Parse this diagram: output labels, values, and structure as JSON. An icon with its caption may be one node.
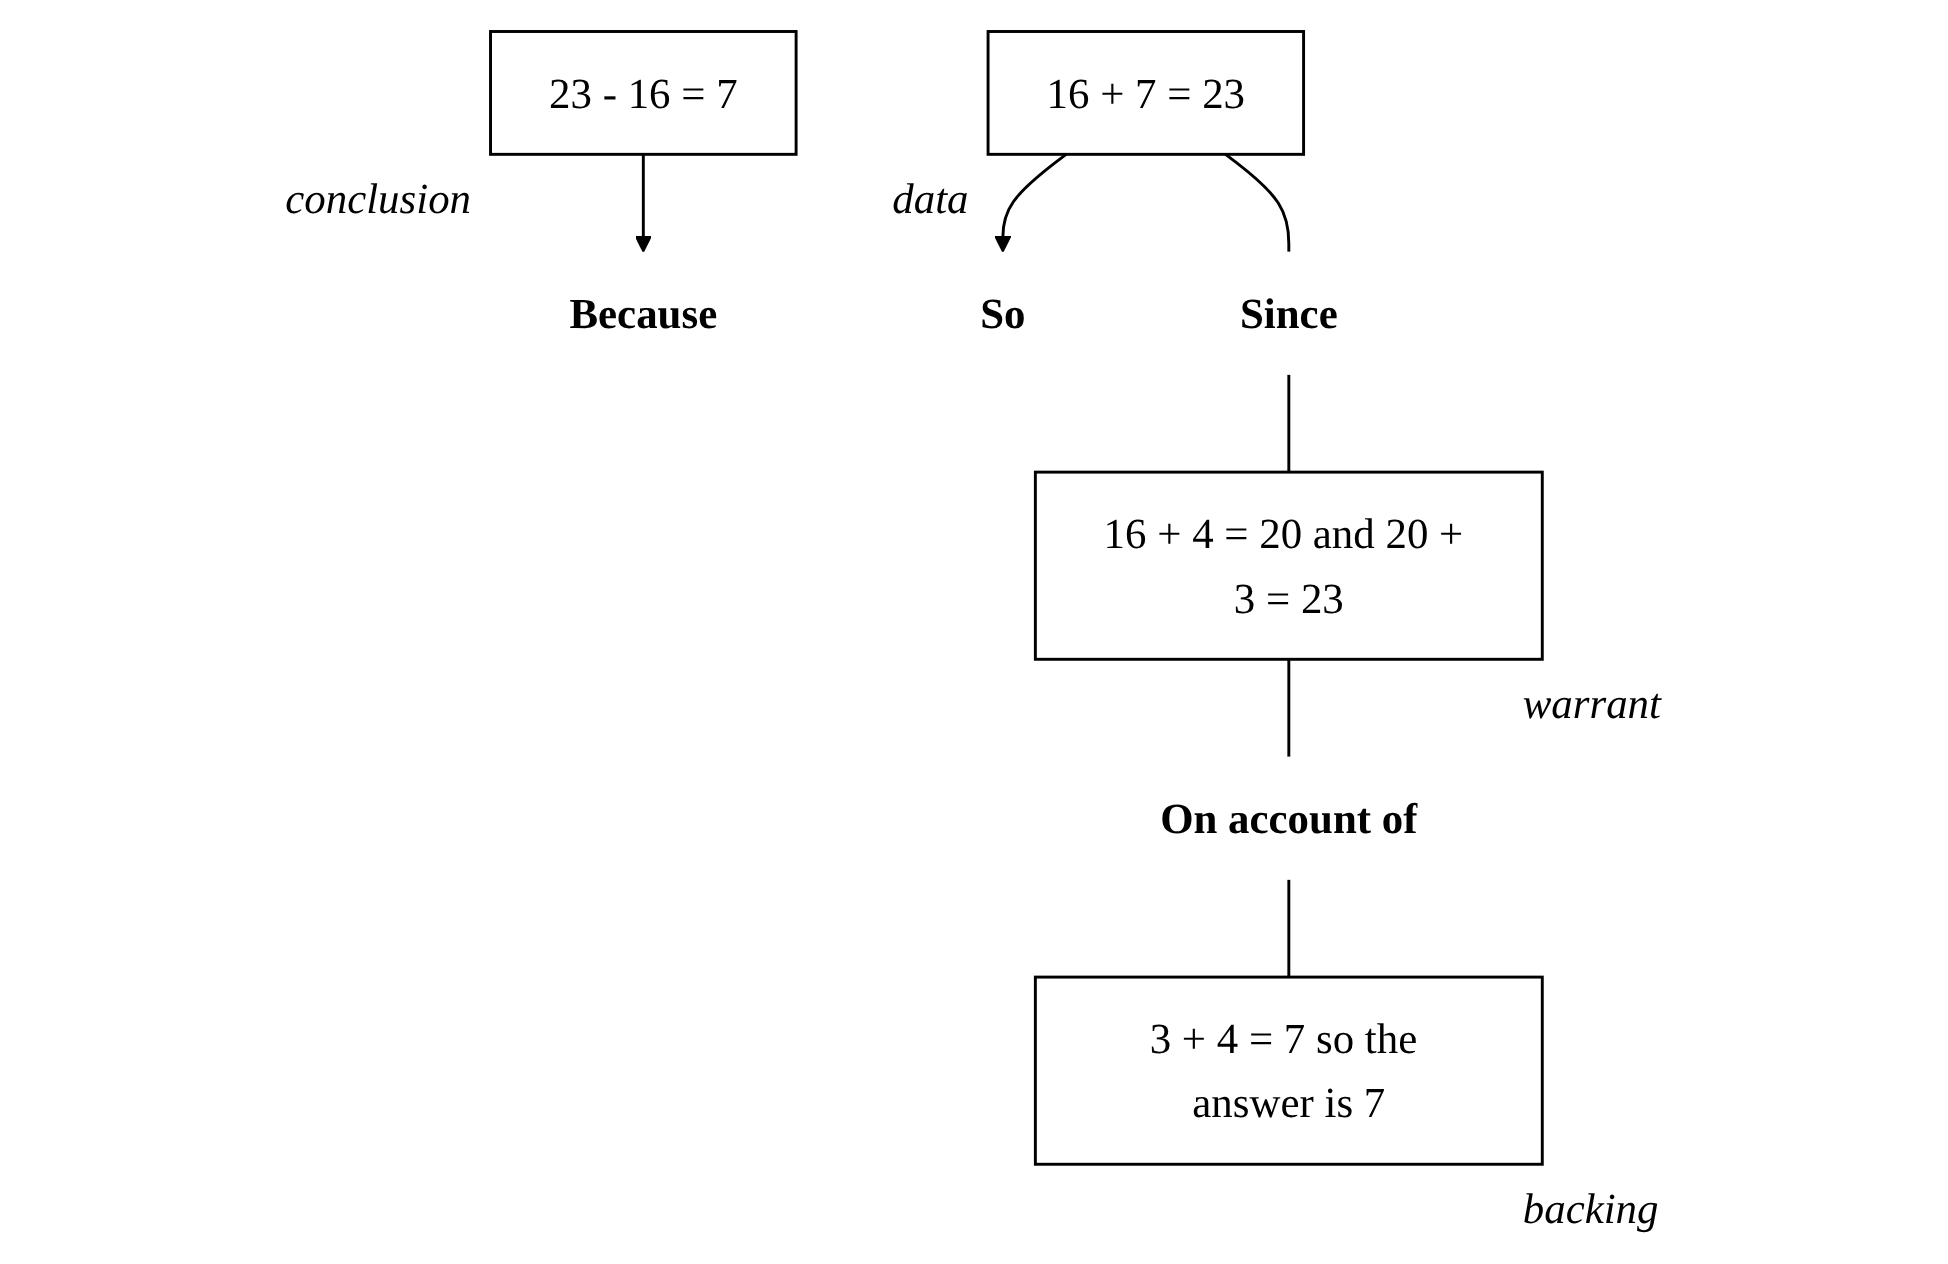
{
  "diagram": {
    "nodes": [
      {
        "text": [
          "16 + 7 = 23"
        ],
        "beside": [
          "data"
        ]
      },
      {
        "text": [
          "Because"
        ]
      },
      {
        "text": [
          "23 - 16 = 7"
        ],
        "beside": [
          "conclusion"
        ]
      },
      {
        "text": [
          "So"
        ]
      },
      {
        "text": [
          "Since"
        ]
      },
      {
        "text": [
          "16 + 4 = 20 and 20 + 3 = 23"
        ],
        "beside": [
          "warrant"
        ]
      },
      {
        "text": [
          "On account of"
        ]
      },
      {
        "text": [
          "3 + 4 = 7 so the answer is 7"
        ],
        "beside": [
          "backing"
        ]
      }
    ],
    "edges": [
      {
        "from": 2,
        "to": 1,
        "arrow": "to"
      },
      {
        "from": 0,
        "to": 3,
        "arrow": "to"
      },
      {
        "from": 0,
        "to": 4,
        "arrow": "none"
      },
      {
        "from": 4,
        "to": 5,
        "arrow": "none"
      },
      {
        "from": 5,
        "to": 6,
        "arrow": "none"
      },
      {
        "from": 6,
        "to": 7,
        "arrow": "none"
      }
    ]
  }
}
